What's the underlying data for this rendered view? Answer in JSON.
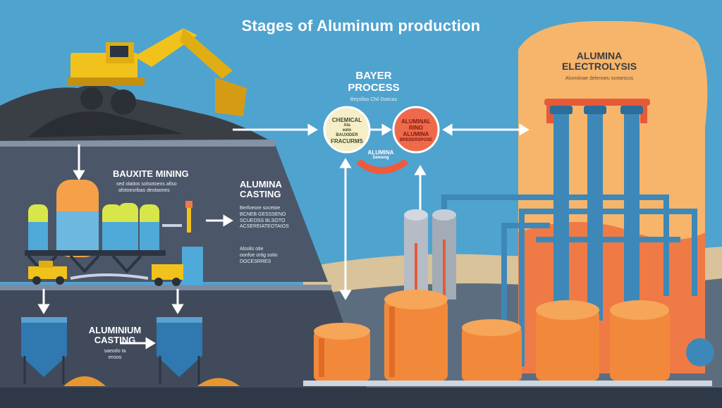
{
  "title": "Stages of Aluminum production",
  "colors": {
    "sky": "#4fa3cf",
    "slate": "#4b5668",
    "slate_dark": "#3b4556",
    "orange": "#f08a3c",
    "peach": "#f6b56a",
    "pipe_blue": "#3d88b8",
    "tank_orange": "#f2893a",
    "machine_yellow": "#f2c21c"
  },
  "stages": {
    "bauxite_mining": {
      "title": "BAUXITE MINING",
      "sub1": "sed olatios solsotoens afiso",
      "sub2": "afotoesribas deotaones"
    },
    "alumina_casting": {
      "title1": "ALUMINA",
      "title2": "CASTING",
      "notes": [
        "Berfoeore socetoe",
        "BCNEB GESSSENO",
        "SCUEOSS BLSOTO",
        "ACSEREIATEOTAIOS"
      ],
      "notes2": [
        "Alsolis otie",
        "oonfoe ortig sotio",
        "DOCESRRES"
      ]
    },
    "bayer_process": {
      "title1": "BAYER",
      "title2": "PROCESS",
      "sub": "Beysfiso Chil Doecas"
    },
    "chemical_circle": {
      "line1": "CHEMICAL",
      "line2": "Ala",
      "line3": "eato",
      "line4": "BAUXIDER",
      "line5": "FRACURMS"
    },
    "alumina_circle": {
      "line1": "ALUMINAL",
      "line2": "RINO",
      "line3": "ALUMINA",
      "line4": "BREDERSPOSE"
    },
    "alumina_return": {
      "line1": "ALUMINA",
      "line2": "Semeng"
    },
    "alumina_electrolysis": {
      "title1": "ALUMINA",
      "title2": "ELECTROLYSIS",
      "sub": "Aluvniinae delenoeu oceanicus"
    },
    "aluminium_casting": {
      "title1": "ALUMINIUM",
      "title2": "CASTING",
      "sub1": "saeodo ta",
      "sub2": "ensos"
    }
  }
}
